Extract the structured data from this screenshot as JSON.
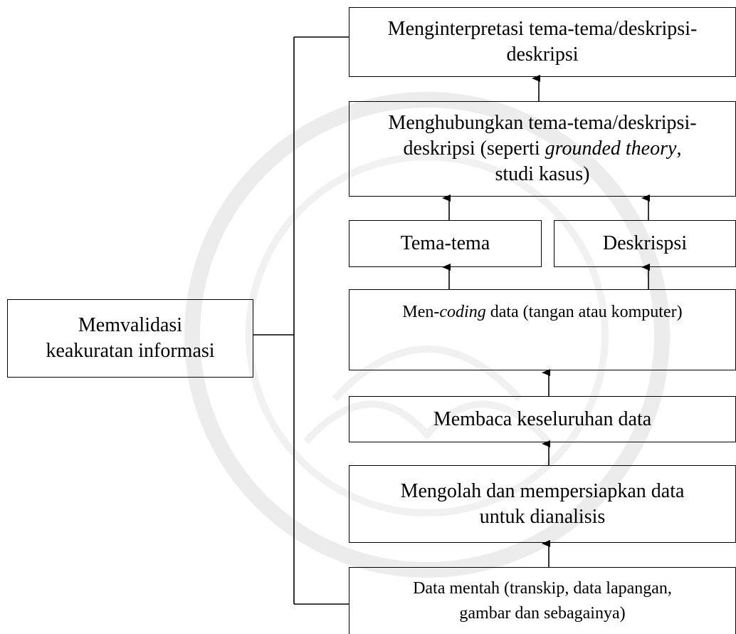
{
  "diagram": {
    "validate_box": {
      "line1": "Memvalidasi",
      "line2": "keakuratan informasi"
    },
    "interpret_box": {
      "line1": "Menginterpretasi tema-tema/deskripsi-",
      "line2": "deskripsi"
    },
    "relate_box": {
      "line1": "Menghubungkan tema-tema/deskripsi-",
      "line2_a": "deskripsi (seperti ",
      "line2_italic": "grounded theory",
      "line2_b": ",",
      "line3": "studi kasus)"
    },
    "themes_box": {
      "label": "Tema-tema"
    },
    "descriptions_box": {
      "label": "Deskrispsi"
    },
    "coding_box": {
      "prefix": "Men-",
      "italic": "coding",
      "suffix": " data (tangan atau komputer)"
    },
    "read_box": {
      "label": "Membaca keseluruhan data"
    },
    "prepare_box": {
      "line1": "Mengolah dan mempersiapkan data",
      "line2": "untuk dianalisis"
    },
    "raw_box": {
      "line1": "Data mentah (transkip, data lapangan,",
      "line2": "gambar dan sebagainya)"
    }
  }
}
